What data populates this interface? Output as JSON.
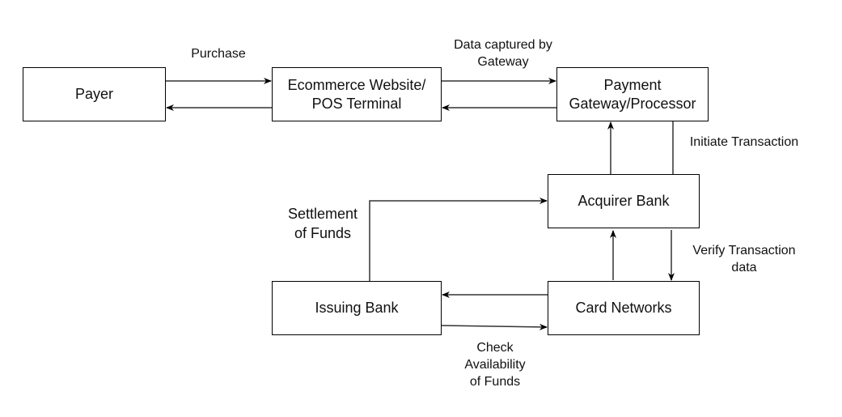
{
  "diagram": {
    "nodes": {
      "payer": "Payer",
      "ecommerce": "Ecommerce  Website/\nPOS Terminal",
      "gateway": "Payment\nGateway/Processor",
      "acquirer": "Acquirer Bank",
      "issuing": "Issuing Bank",
      "card_networks": "Card Networks"
    },
    "edge_labels": {
      "purchase": "Purchase",
      "data_captured": "Data  captured by\nGateway",
      "initiate": "Initiate Transaction",
      "verify": "Verify Transaction\ndata",
      "settlement": "Settlement\nof Funds",
      "check": "Check\nAvailability\nof Funds"
    }
  }
}
